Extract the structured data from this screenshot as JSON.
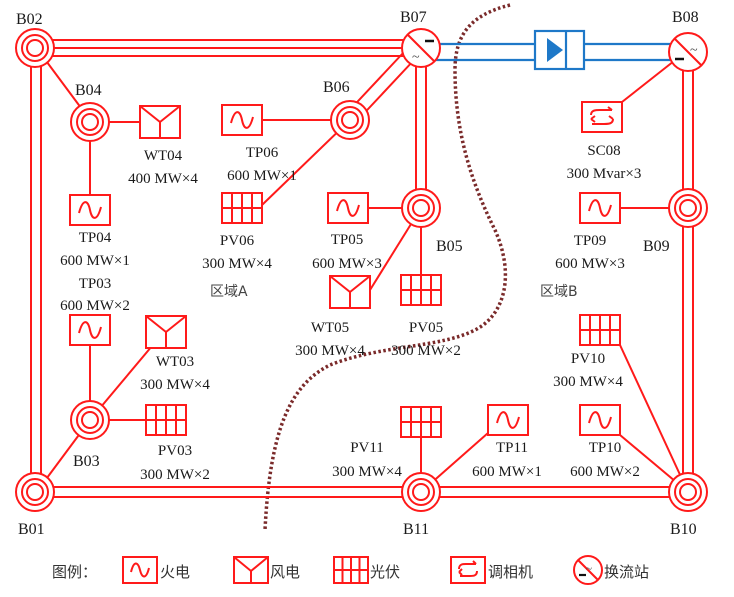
{
  "title": "Regional power grid diagram with AC/DC interconnection",
  "colors": {
    "ac": "#ff1a1a",
    "dc": "#1e78c8",
    "boundary": "#7a2a2a",
    "text": "#1a1a1a"
  },
  "buses": [
    {
      "id": "B01",
      "label": "B01",
      "type": "ac-bus"
    },
    {
      "id": "B02",
      "label": "B02",
      "type": "ac-bus"
    },
    {
      "id": "B03",
      "label": "B03",
      "type": "ac-bus"
    },
    {
      "id": "B04",
      "label": "B04",
      "type": "ac-bus"
    },
    {
      "id": "B05",
      "label": "B05",
      "type": "ac-bus"
    },
    {
      "id": "B06",
      "label": "B06",
      "type": "ac-bus"
    },
    {
      "id": "B07",
      "label": "B07",
      "type": "converter-station"
    },
    {
      "id": "B08",
      "label": "B08",
      "type": "converter-station"
    },
    {
      "id": "B09",
      "label": "B09",
      "type": "ac-bus"
    },
    {
      "id": "B10",
      "label": "B10",
      "type": "ac-bus"
    },
    {
      "id": "B11",
      "label": "B11",
      "type": "ac-bus"
    }
  ],
  "units": [
    {
      "id": "WT04",
      "name": "WT04",
      "capacity": "400 MW×4",
      "kind": "wind",
      "bus": "B04"
    },
    {
      "id": "TP06",
      "name": "TP06",
      "capacity": "600 MW×1",
      "kind": "thermal",
      "bus": "B06"
    },
    {
      "id": "TP04",
      "name": "TP04",
      "capacity": "600 MW×1",
      "kind": "thermal",
      "bus": "B04"
    },
    {
      "id": "PV06",
      "name": "PV06",
      "capacity": "300 MW×4",
      "kind": "pv",
      "bus": "B06"
    },
    {
      "id": "TP05",
      "name": "TP05",
      "capacity": "600 MW×3",
      "kind": "thermal",
      "bus": "B05"
    },
    {
      "id": "TP03",
      "name": "TP03",
      "capacity": "600 MW×2",
      "kind": "thermal",
      "bus": "B03"
    },
    {
      "id": "WT05",
      "name": "WT05",
      "capacity": "300 MW×4",
      "kind": "wind",
      "bus": "B05"
    },
    {
      "id": "PV05",
      "name": "PV05",
      "capacity": "300 MW×2",
      "kind": "pv",
      "bus": "B05"
    },
    {
      "id": "WT03",
      "name": "WT03",
      "capacity": "300 MW×4",
      "kind": "wind",
      "bus": "B03"
    },
    {
      "id": "PV03",
      "name": "PV03",
      "capacity": "300 MW×2",
      "kind": "pv",
      "bus": "B03"
    },
    {
      "id": "SC08",
      "name": "SC08",
      "capacity": "300 Mvar×3",
      "kind": "condenser",
      "bus": "B08"
    },
    {
      "id": "TP09",
      "name": "TP09",
      "capacity": "600 MW×3",
      "kind": "thermal",
      "bus": "B09"
    },
    {
      "id": "PV10",
      "name": "PV10",
      "capacity": "300 MW×4",
      "kind": "pv",
      "bus": "B10"
    },
    {
      "id": "PV11",
      "name": "PV11",
      "capacity": "300 MW×4",
      "kind": "pv",
      "bus": "B11"
    },
    {
      "id": "TP11",
      "name": "TP11",
      "capacity": "600 MW×1",
      "kind": "thermal",
      "bus": "B11"
    },
    {
      "id": "TP10",
      "name": "TP10",
      "capacity": "600 MW×2",
      "kind": "thermal",
      "bus": "B10"
    }
  ],
  "lines": [
    {
      "from": "B02",
      "to": "B07",
      "circuits": 3
    },
    {
      "from": "B02",
      "to": "B01",
      "circuits": 2
    },
    {
      "from": "B01",
      "to": "B11",
      "circuits": 2
    },
    {
      "from": "B11",
      "to": "B10",
      "circuits": 2
    },
    {
      "from": "B08",
      "to": "B09",
      "circuits": 2
    },
    {
      "from": "B09",
      "to": "B10",
      "circuits": 2
    },
    {
      "from": "B07",
      "to": "B06",
      "circuits": 2
    },
    {
      "from": "B07",
      "to": "B05",
      "circuits": 2
    },
    {
      "from": "B02",
      "to": "B04",
      "circuits": 1
    },
    {
      "from": "B01",
      "to": "B03",
      "circuits": 1
    },
    {
      "from": "B07",
      "to": "B08",
      "circuits": 2,
      "type": "HVDC"
    }
  ],
  "areas": {
    "a": "区域A",
    "b": "区域B"
  },
  "legend": {
    "title": "图例：",
    "items": [
      {
        "icon": "thermal-icon",
        "label": "火电"
      },
      {
        "icon": "wind-icon",
        "label": "风电"
      },
      {
        "icon": "pv-icon",
        "label": "光伏"
      },
      {
        "icon": "condenser-icon",
        "label": "调相机"
      },
      {
        "icon": "converter-icon",
        "label": "换流站"
      }
    ]
  }
}
